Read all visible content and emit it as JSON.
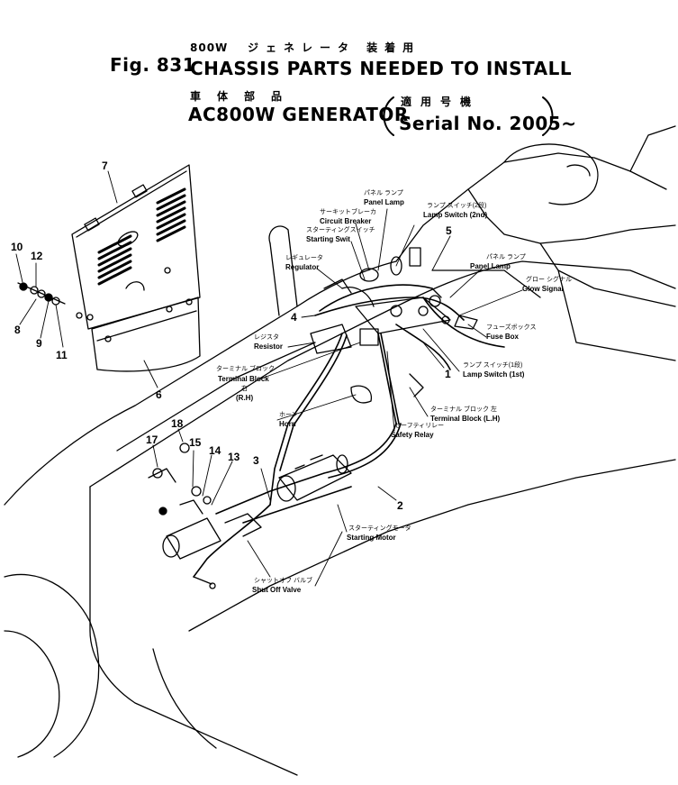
{
  "header": {
    "fig": "Fig. 831",
    "line1_jp_prefix": "800W",
    "line1_jp": "ジェネレータ 装着用",
    "line1_en": "CHASSIS PARTS NEEDED TO INSTALL",
    "line2_jp": "車体部品",
    "line2_en": "AC800W GENERATOR",
    "serial_jp": "適用号機",
    "serial_en": "Serial No. 2005~",
    "open_paren": "(",
    "close_paren": ")"
  },
  "callouts": {
    "n1": "1",
    "n2": "2",
    "n3": "3",
    "n4": "4",
    "n5": "5",
    "n6": "6",
    "n7": "7",
    "n8": "8",
    "n9": "9",
    "n10": "10",
    "n11": "11",
    "n12": "12",
    "n13": "13",
    "n14": "14",
    "n15": "15",
    "n17": "17",
    "n18": "18"
  },
  "labels": {
    "panel_lamp_top": {
      "jp": "パネル ランプ",
      "en": "Panel Lamp"
    },
    "lamp_switch_2nd": {
      "jp": "ランプ スイッチ(2段)",
      "en": "Lamp Switch (2nd)"
    },
    "circuit_breaker": {
      "jp": "サーキットブレーカ",
      "en": "Circuit Breaker"
    },
    "starting_switch": {
      "jp": "スターティングスイッチ",
      "en": "Starting Swit"
    },
    "regulator": {
      "jp": "レギュレータ",
      "en": "Regulator"
    },
    "panel_lamp_right": {
      "jp": "パネル ランプ",
      "en": "Panel Lamp"
    },
    "glow_signal": {
      "jp": "グロー シグナル",
      "en": "Glow Signal"
    },
    "fuse_box": {
      "jp": "フューズボックス",
      "en": "Fuse Box"
    },
    "resistor": {
      "jp": "レジスタ",
      "en": "Resistor"
    },
    "terminal_block_rh": {
      "jp": "ターミナル ブロック",
      "en": "Terminal Block",
      "side_jp": "右",
      "side_en": "(R.H)"
    },
    "lamp_switch_1st": {
      "jp": "ランプ スイッチ(1段)",
      "en": "Lamp Switch (1st)"
    },
    "terminal_block_lh": {
      "jp": "ターミナル ブロック 左",
      "en": "Terminal Block (L.H)"
    },
    "horn": {
      "jp": "ホーン",
      "en": "Horn"
    },
    "safety_relay": {
      "jp": "セーフティリレー",
      "en": "Safety Relay"
    },
    "starting_motor": {
      "jp": "スターティングモータ",
      "en": "Starting Motor"
    },
    "shut_off_valve": {
      "jp": "シャットオフ バルブ",
      "en": "Shut Off Valve"
    }
  }
}
